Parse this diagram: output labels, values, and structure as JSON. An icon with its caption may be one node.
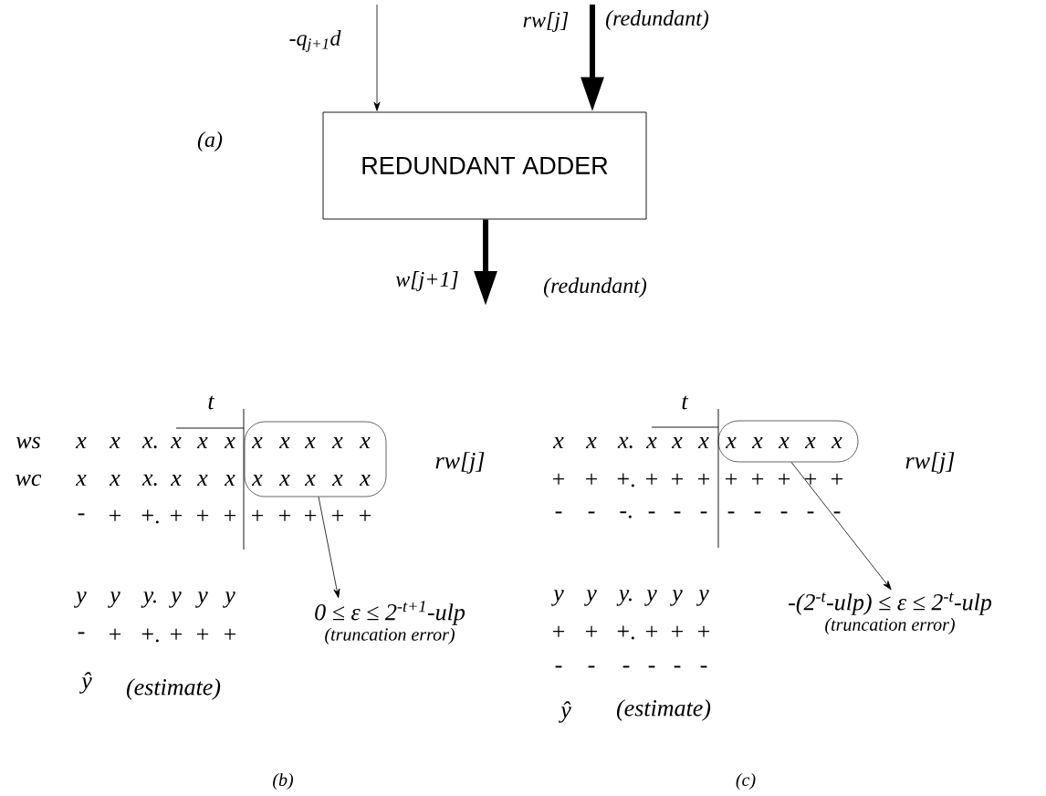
{
  "diagram": {
    "nodes": [
      {
        "text": [
          "REDUNDANT ADDER"
        ]
      },
      {
        "text": [],
        "shape": "box"
      },
      {
        "text": [
          "0 ≤ ε ≤ 2$^{-t+1}$-ulp",
          "(truncation error)"
        ]
      },
      {
        "text": [],
        "shape": "box"
      },
      {
        "text": [
          "-(2$^{-t}$-ulp) ≤ ε ≤ 2$^{-t}$-ulp",
          "(truncation error)"
        ]
      }
    ],
    "edges": [
      {
        "from": null,
        "to": 0,
        "arrow": "to",
        "label": "-q$_{j+1}$d"
      },
      {
        "from": null,
        "to": 0,
        "arrow": "to",
        "label": "rw[j]",
        "style": "thick"
      },
      {
        "from": 0,
        "to": null,
        "arrow": "to",
        "label": "w[j+1]",
        "style": "thick"
      },
      {
        "from": 1,
        "to": 2,
        "arrow": "to"
      },
      {
        "from": 3,
        "to": 4,
        "arrow": "to"
      }
    ],
    "labels": [
      "(redundant)",
      "(a)",
      "(redundant)",
      "t",
      "ws",
      "x",
      "x",
      "x.",
      "x",
      "x",
      "x",
      "x",
      "x",
      "x",
      "x",
      "x",
      "rw[j]",
      "wc",
      "x",
      "x",
      "x.",
      "x",
      "x",
      "x",
      "x",
      "x",
      "x",
      "x",
      "x",
      "-",
      "+",
      "+.",
      "+",
      "+",
      "+",
      "+",
      "+",
      "+",
      "+",
      "+",
      "y",
      "y",
      "y.",
      "y",
      "y",
      "y",
      "-",
      "+",
      "+.",
      "+",
      "+",
      "+",
      "ŷ",
      "(estimate)",
      "(b)",
      "t",
      "x",
      "x",
      "x.",
      "x",
      "x",
      "x",
      "x",
      "x",
      "x",
      "x",
      "x",
      "rw[j]",
      "+",
      "+",
      "+.",
      "+",
      "+",
      "+",
      "+",
      "+",
      "+",
      "+",
      "+",
      "-",
      "-",
      "-.",
      "-",
      "-",
      "-",
      "-",
      "-",
      "-",
      "-",
      "-",
      "y",
      "y",
      "y.",
      "y",
      "y",
      "y",
      "+",
      "+",
      "+.",
      "+",
      "+",
      "+",
      "-",
      "-",
      "-",
      "-",
      "-",
      "-",
      "ŷ",
      "(estimate)",
      "(c)"
    ]
  }
}
